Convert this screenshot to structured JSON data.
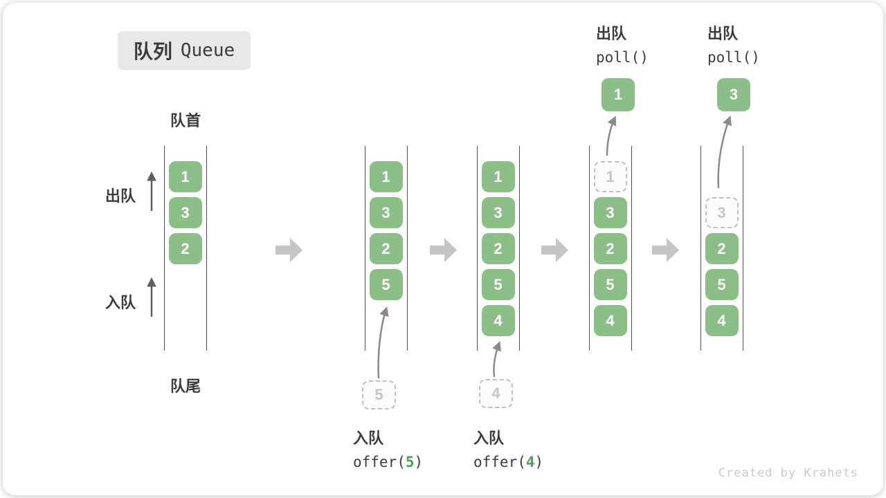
{
  "title": {
    "zh": "队列",
    "en": "Queue"
  },
  "side_labels": {
    "front": "队首",
    "rear": "队尾",
    "dequeue": "出队",
    "enqueue": "入队"
  },
  "queues": {
    "q1": {
      "slots": [
        "1",
        "3",
        "2"
      ]
    },
    "q2": {
      "slots": [
        "1",
        "3",
        "2",
        "5"
      ],
      "incoming": "5"
    },
    "q3": {
      "slots": [
        "1",
        "3",
        "2",
        "5",
        "4"
      ],
      "incoming": "4"
    },
    "q4": {
      "removed": "1",
      "slots": [
        "3",
        "2",
        "5",
        "4"
      ],
      "out": "1"
    },
    "q5": {
      "removed": "3",
      "slots": [
        "2",
        "5",
        "4"
      ],
      "out": "3"
    }
  },
  "captions": {
    "q2": {
      "line1": "入队",
      "fn_open": "offer(",
      "arg": "5",
      "fn_close": ")"
    },
    "q3": {
      "line1": "入队",
      "fn_open": "offer(",
      "arg": "4",
      "fn_close": ")"
    },
    "q4": {
      "line1": "出队",
      "line2": "poll()"
    },
    "q5": {
      "line1": "出队",
      "line2": "poll()"
    }
  },
  "footer": "Created by Krahets",
  "colors": {
    "box_green": "#8cbe88",
    "accent_green": "#4e9f50",
    "block_arrow_gray": "#c5c5c5",
    "curve_arrow_gray": "#8a8a8a",
    "channel_line": "#4f4f4f",
    "title_bg": "#e8e8e8"
  }
}
